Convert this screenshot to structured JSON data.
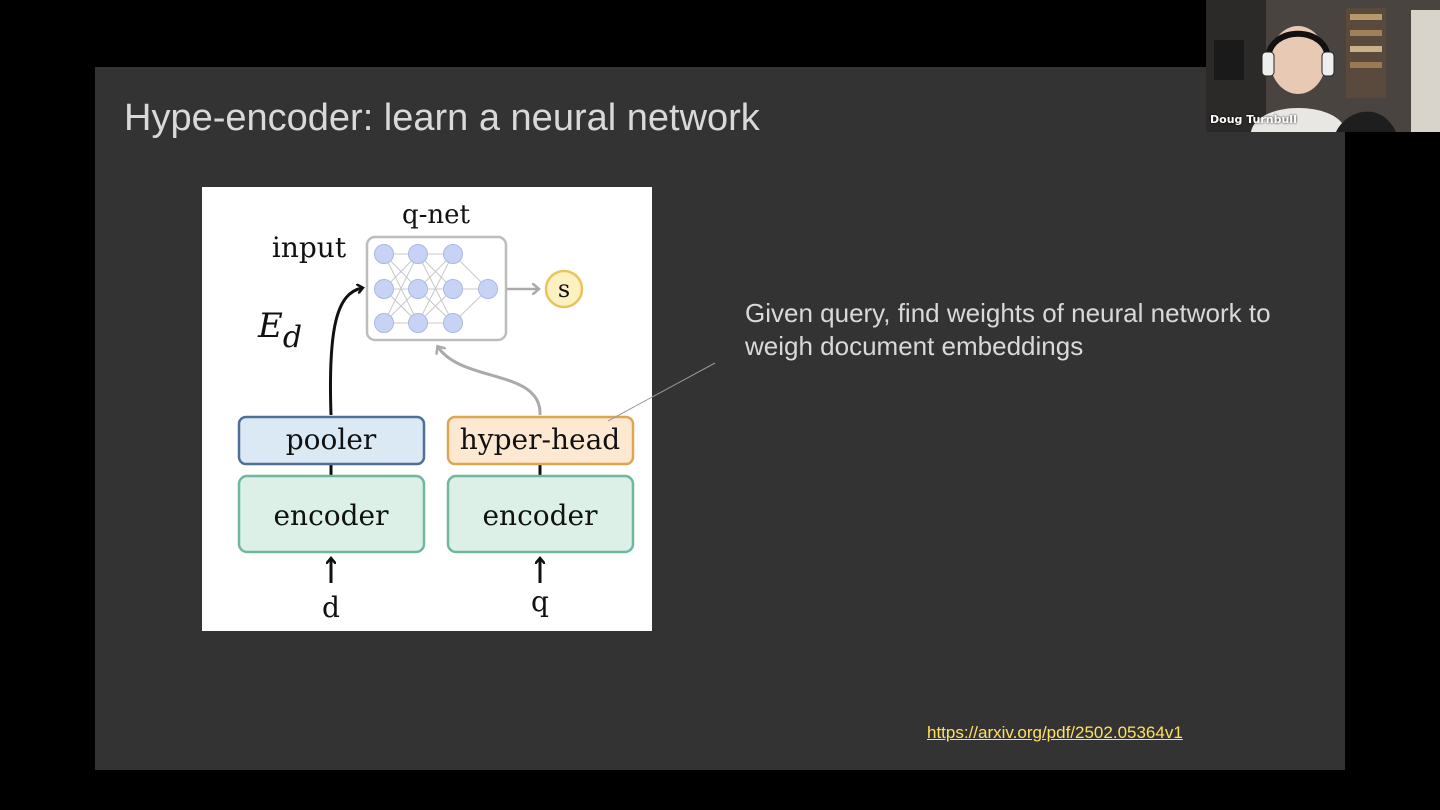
{
  "slide": {
    "title": "Hype-encoder: learn a neural network",
    "caption": "Given query, find weights of neural network to weigh document embeddings",
    "link_text": "https://arxiv.org/pdf/2502.05364v1"
  },
  "diagram": {
    "qnet_label": "q-net",
    "input_label": "input",
    "embedding_symbol": "E",
    "embedding_subscript": "d",
    "output_label": "s",
    "pooler_label": "pooler",
    "hyper_head_label": "hyper-head",
    "encoder_left_label": "encoder",
    "encoder_right_label": "encoder",
    "doc_label": "d",
    "query_label": "q"
  },
  "webcam": {
    "participant_name": "Doug Turnbull"
  },
  "colors": {
    "background": "#000000",
    "slide": "#333333",
    "slide_text": "#d9d9d9",
    "link": "#ffe066",
    "pooler_fill": "#dbe9f4",
    "hyper_head_fill": "#fde9d2",
    "encoder_fill": "#dcf0e8",
    "neuron": "#c7d3f5",
    "output_node": "#fdf1c2"
  }
}
